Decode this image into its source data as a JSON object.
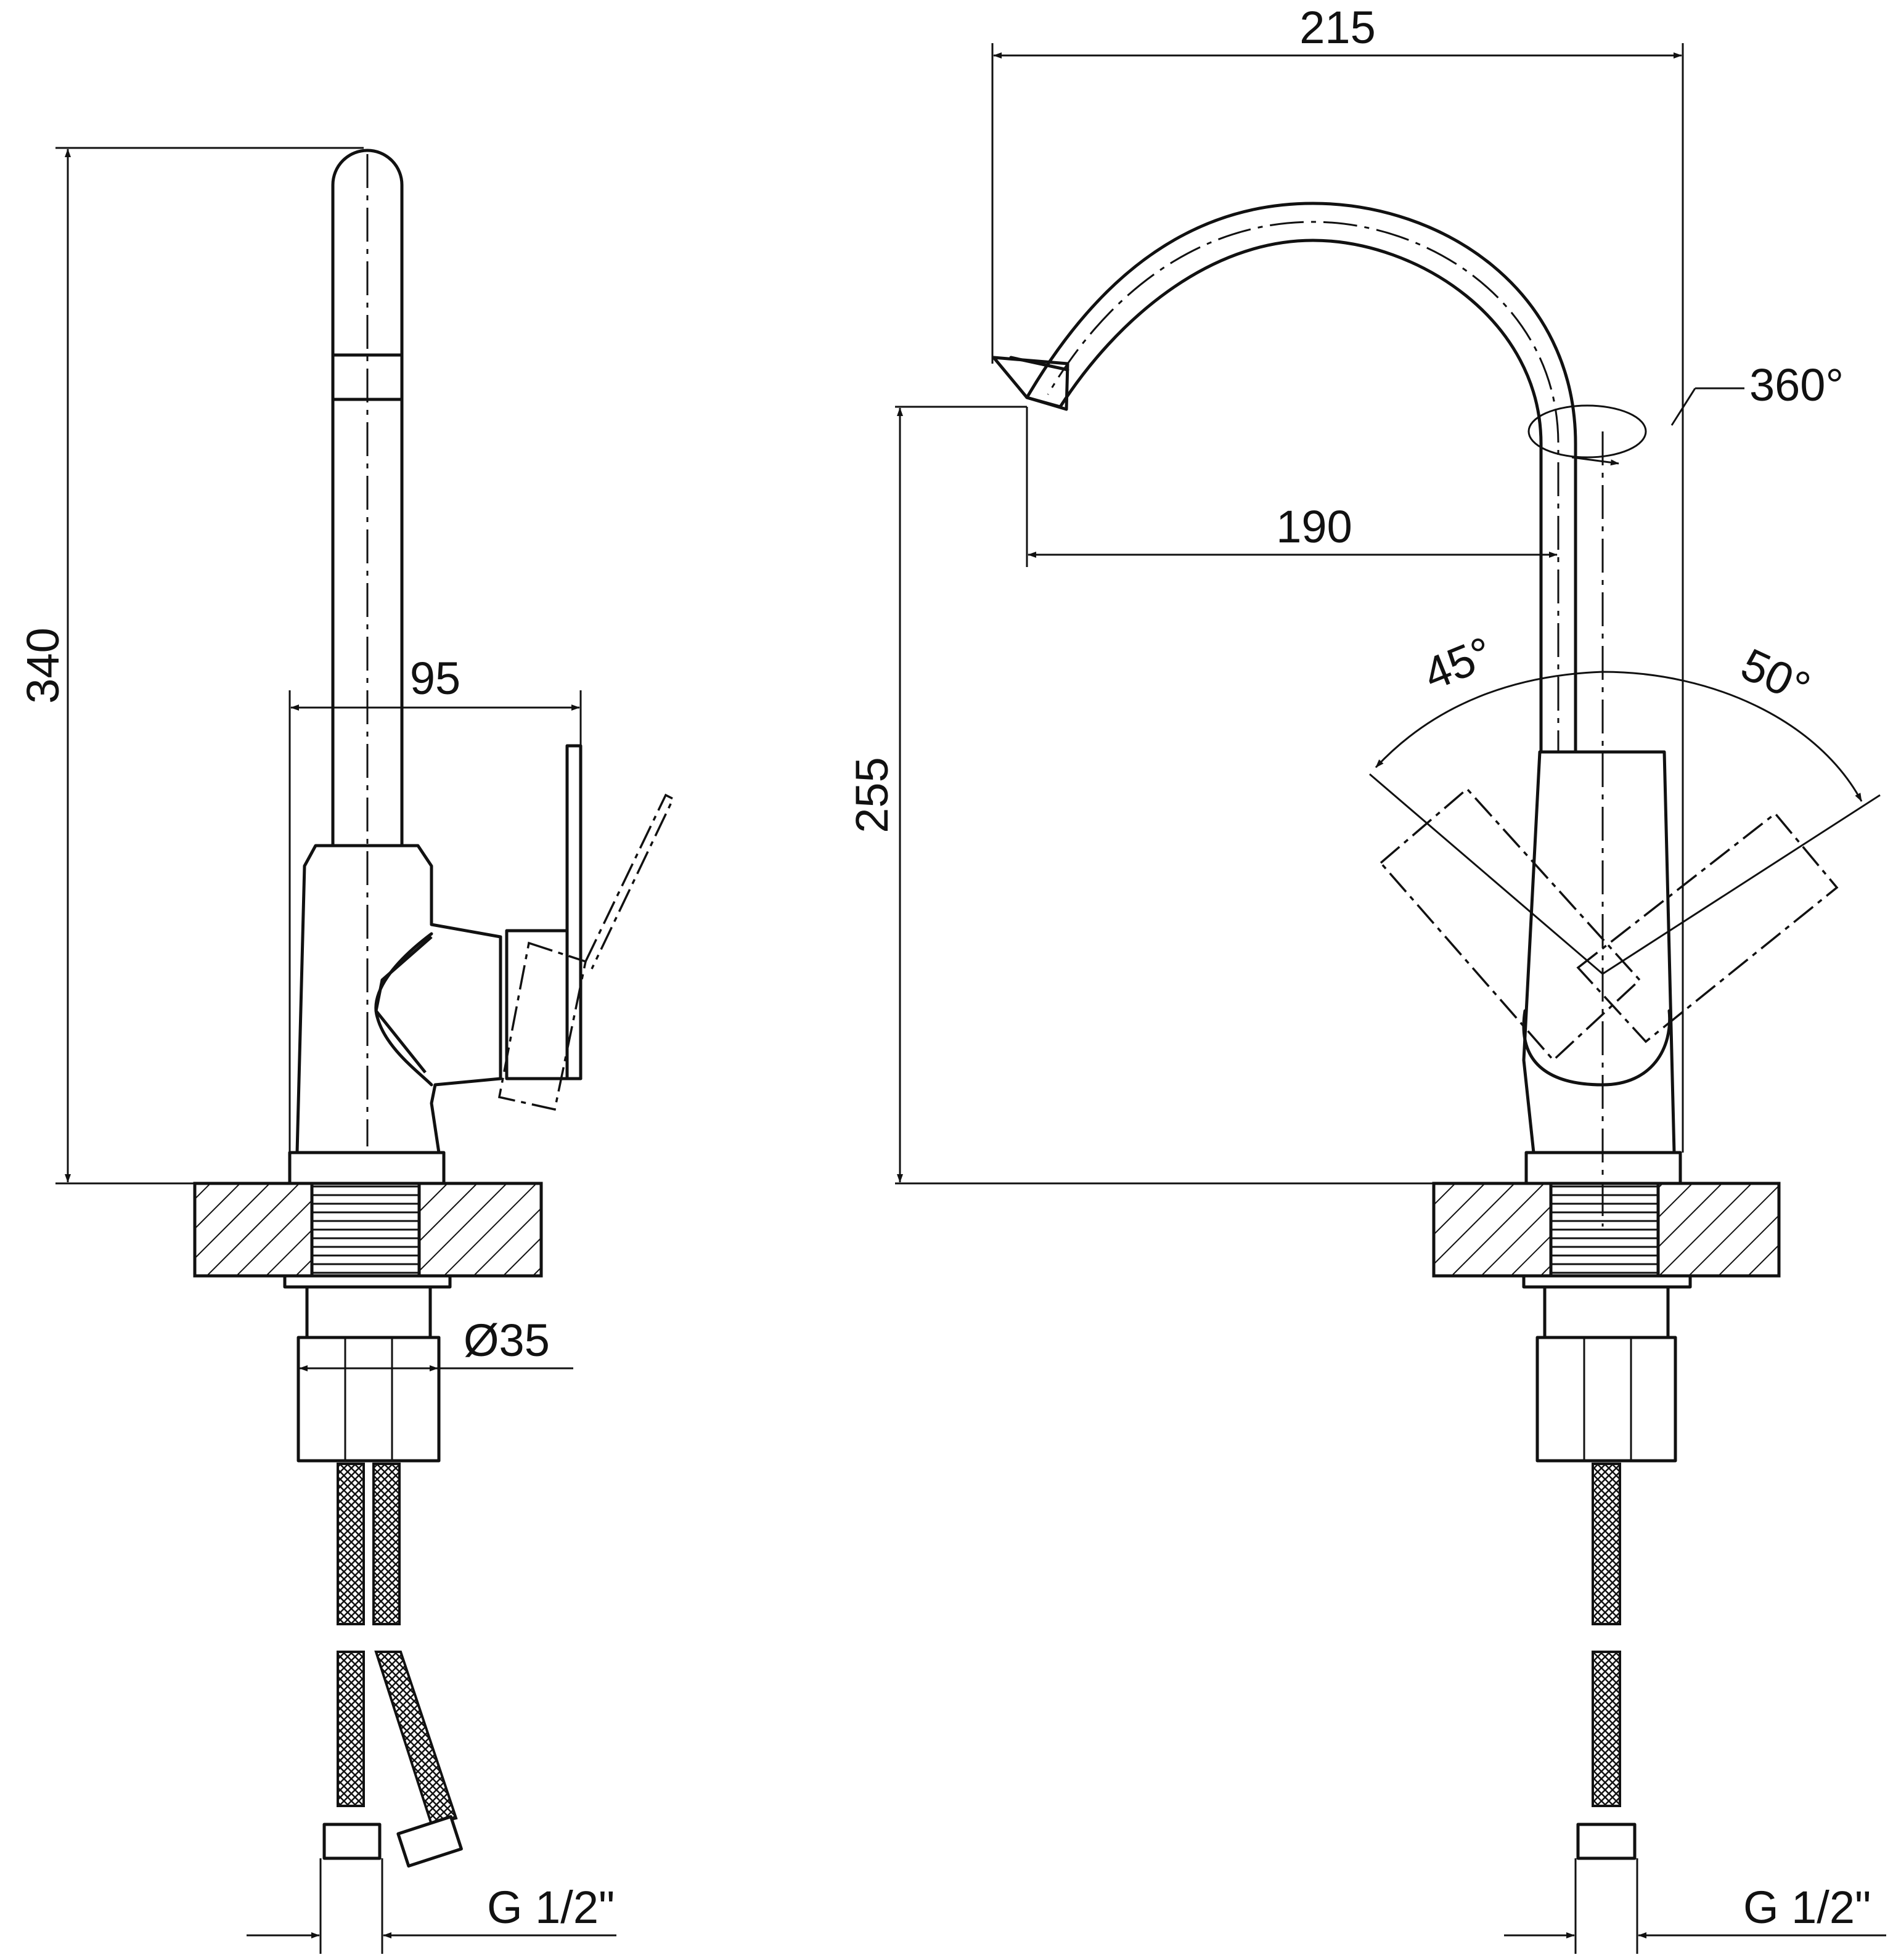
{
  "dimensions": {
    "total_height": "340",
    "body_depth": "95",
    "spout_reach_outer": "215",
    "spout_reach_center": "190",
    "spout_height": "255",
    "base_diameter": "Ø35",
    "rotation": "360°",
    "lever_left_angle": "45°",
    "lever_right_angle": "50°",
    "connection_left": "G 1/2\"",
    "connection_right": "G 1/2\""
  }
}
